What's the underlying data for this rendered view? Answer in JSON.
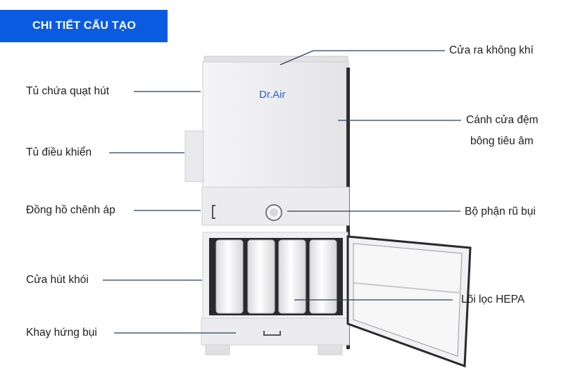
{
  "banner": {
    "title": "CHI TIẾT CẤU TẠO"
  },
  "brand": {
    "logo_text": "Dr.Air"
  },
  "labels": {
    "air_outlet": "Cửa ra không khí",
    "fan_cabinet": "Tủ chứa quạt hút",
    "door_line1": "Cánh cửa đệm",
    "door_line2": "bông tiêu âm",
    "control_cabinet": "Tủ điều khiển",
    "pressure_gauge": "Đồng hồ chênh áp",
    "dust_shaker": "Bộ phận rũ bụi",
    "smoke_inlet": "Cửa hút khói",
    "hepa_core": "Lõi lọc HEPA",
    "dust_tray": "Khay hứng bụi"
  },
  "colors": {
    "banner": "#0a5be0",
    "cabinet": "#ebebed",
    "leader": "#2a3f5c"
  }
}
